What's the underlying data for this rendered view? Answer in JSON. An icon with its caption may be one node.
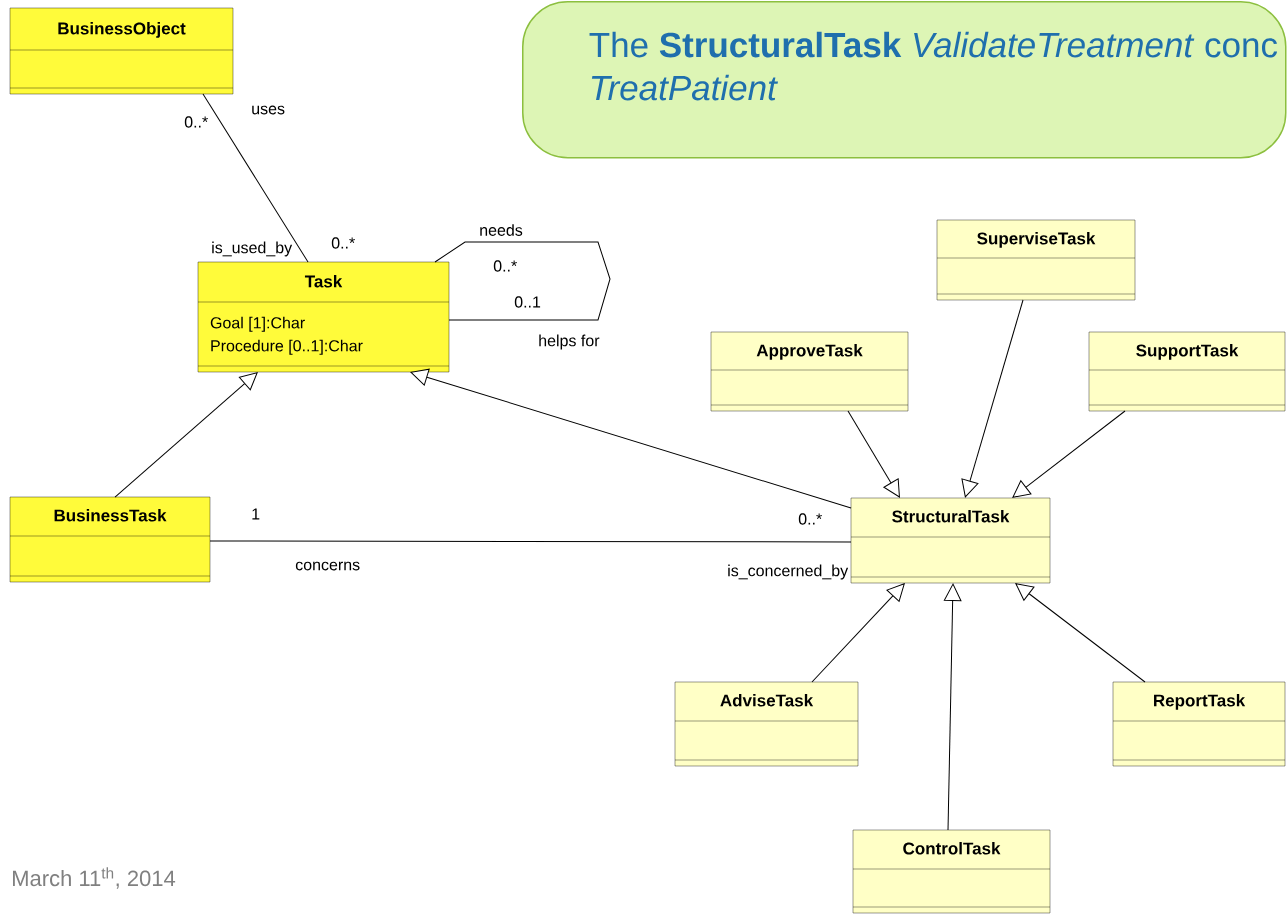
{
  "diagram": {
    "nodes": [
      {
        "text": [
          "The **StructuralTask** *ValidateTreatment* conc *TreatPatient*"
        ]
      },
      {
        "text": [
          "BusinessObject"
        ]
      },
      {
        "text": [
          "Task",
          "Goal [1]:Char",
          "Procedure [0..1]:Char"
        ]
      },
      {
        "text": [
          "SuperviseTask"
        ]
      },
      {
        "text": [
          "ApproveTask"
        ]
      },
      {
        "text": [
          "SupportTask"
        ]
      },
      {
        "text": [
          "BusinessTask"
        ]
      },
      {
        "text": [
          "StructuralTask"
        ]
      },
      {
        "text": [
          "AdviseTask"
        ]
      },
      {
        "text": [
          "ReportTask"
        ]
      },
      {
        "text": [
          "ControlTask"
        ]
      }
    ],
    "edges": [
      {
        "from": 1,
        "to": 2,
        "arrow": "none",
        "label": "uses"
      },
      {
        "from": 2,
        "to": 2,
        "arrow": "none",
        "label": "needs"
      },
      {
        "from": 6,
        "to": 2,
        "arrow": "to"
      },
      {
        "from": 7,
        "to": 2,
        "arrow": "to"
      },
      {
        "from": 6,
        "to": 7,
        "arrow": "none",
        "label": "concerns"
      },
      {
        "from": 4,
        "to": 7,
        "arrow": "to"
      },
      {
        "from": 3,
        "to": 7,
        "arrow": "to"
      },
      {
        "from": 5,
        "to": 7,
        "arrow": "to"
      },
      {
        "from": 8,
        "to": 7,
        "arrow": "to"
      },
      {
        "from": 10,
        "to": 7,
        "arrow": "to"
      },
      {
        "from": 9,
        "to": 7,
        "arrow": "to"
      }
    ],
    "labels": [
      "0..*",
      "is_used_by",
      "0..*",
      "0..*",
      "0..1",
      "helps for",
      "1",
      "0..*",
      "is_concerned_by",
      "March 11$^{th}$, 2014"
    ]
  }
}
